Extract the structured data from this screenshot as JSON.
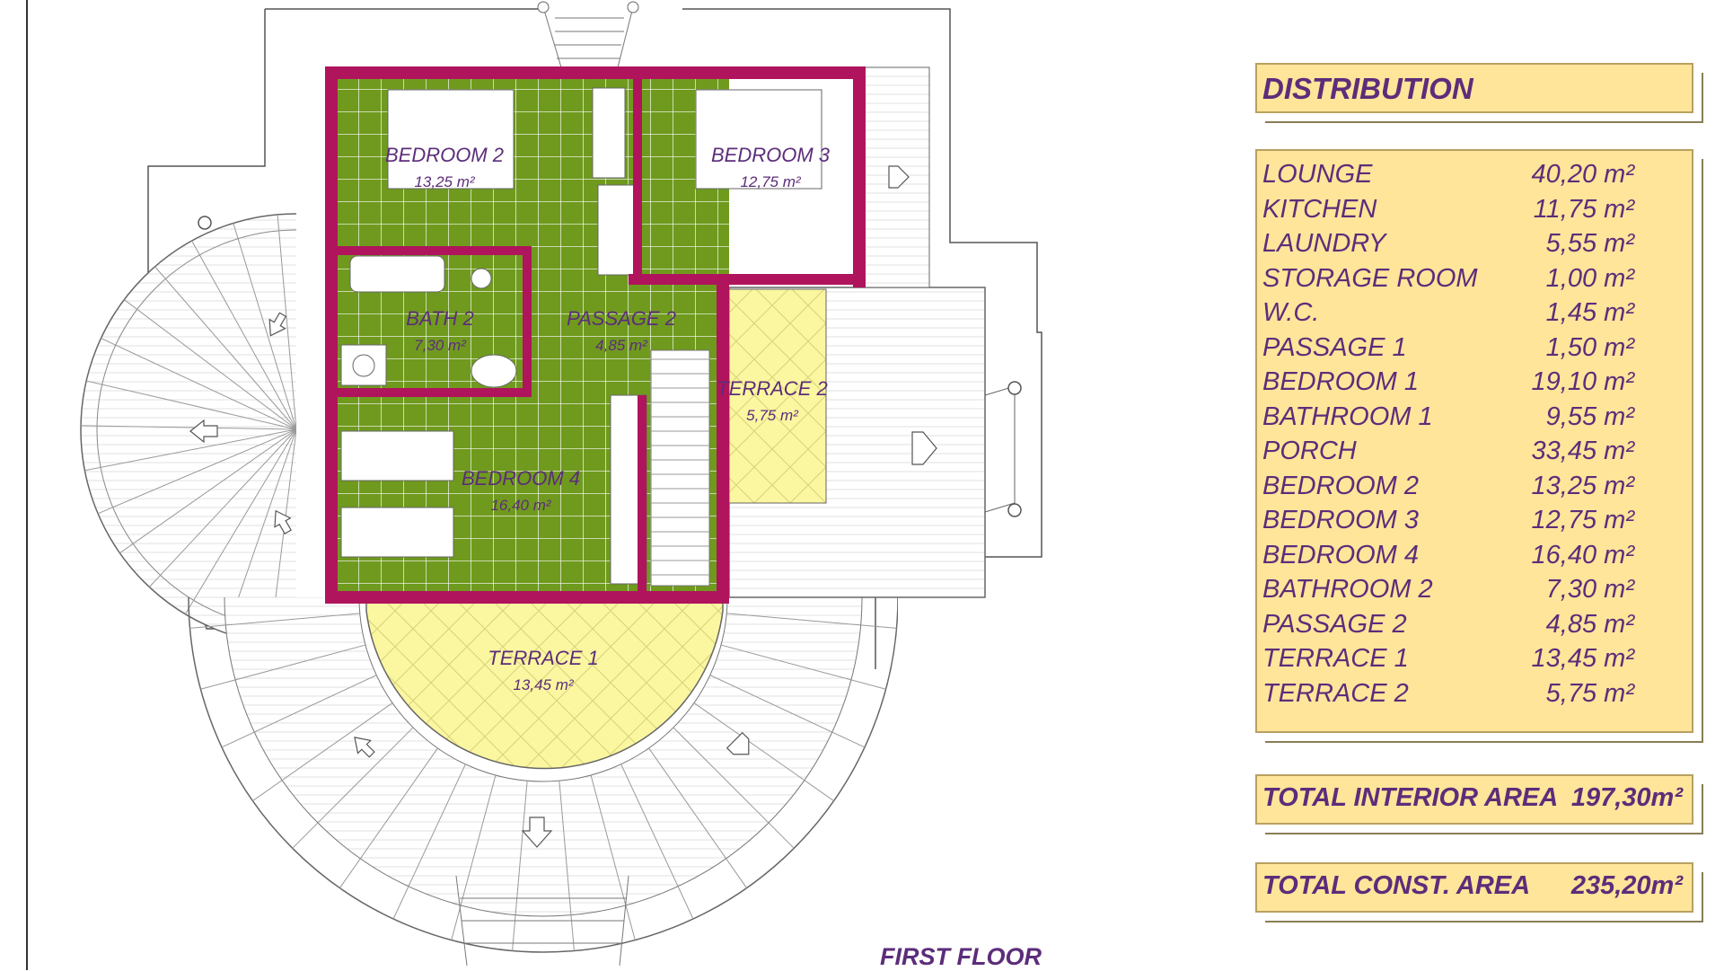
{
  "floor_title": "FIRST FLOOR",
  "plan_rooms": [
    {
      "name": "BEDROOM 2",
      "area": "13,25 m²"
    },
    {
      "name": "BEDROOM 3",
      "area": "12,75 m²"
    },
    {
      "name": "BATH 2",
      "area": "7,30 m²"
    },
    {
      "name": "PASSAGE 2",
      "area": "4,85 m²"
    },
    {
      "name": "TERRACE 2",
      "area": "5,75 m²"
    },
    {
      "name": "BEDROOM 4",
      "area": "16,40 m²"
    },
    {
      "name": "TERRACE 1",
      "area": "13,45 m²"
    }
  ],
  "distribution": {
    "title": "DISTRIBUTION",
    "rows": [
      {
        "name": "LOUNGE",
        "area": "40,20 m²"
      },
      {
        "name": "KITCHEN",
        "area": "11,75 m²"
      },
      {
        "name": "LAUNDRY",
        "area": "5,55 m²"
      },
      {
        "name": "STORAGE ROOM",
        "area": "1,00 m²"
      },
      {
        "name": "W.C.",
        "area": "1,45 m²"
      },
      {
        "name": "PASSAGE 1",
        "area": "1,50 m²"
      },
      {
        "name": "BEDROOM 1",
        "area": "19,10 m²"
      },
      {
        "name": "BATHROOM 1",
        "area": "9,55 m²"
      },
      {
        "name": "PORCH",
        "area": "33,45 m²"
      },
      {
        "name": "BEDROOM 2",
        "area": "13,25 m²"
      },
      {
        "name": "BEDROOM 3",
        "area": "12,75 m²"
      },
      {
        "name": "BEDROOM 4",
        "area": "16,40 m²"
      },
      {
        "name": "BATHROOM 2",
        "area": "7,30 m²"
      },
      {
        "name": "PASSAGE 2",
        "area": "4,85 m²"
      },
      {
        "name": "TERRACE 1",
        "area": "13,45 m²"
      },
      {
        "name": "TERRACE 2",
        "area": "5,75 m²"
      }
    ]
  },
  "totals": {
    "interior_label": "TOTAL INTERIOR AREA",
    "interior_value": "197,30m²",
    "const_label": "TOTAL CONST. AREA",
    "const_value": "235,20m²"
  },
  "colors": {
    "wall": "#b0145c",
    "floor_tile": "#6f9a1e",
    "terrace": "#fbf6a0",
    "text": "#5c2d7a",
    "panel": "#ffe59a"
  }
}
